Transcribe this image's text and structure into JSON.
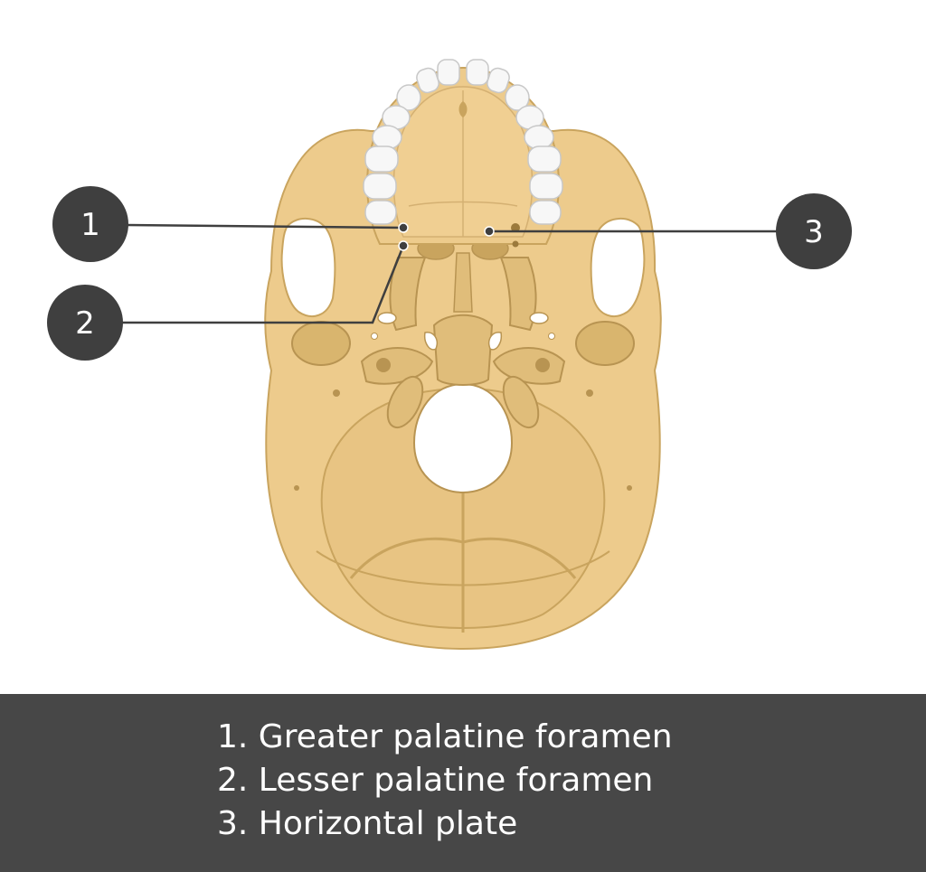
{
  "figure": {
    "colors": {
      "bone": "#EDCB8C",
      "bone_shade": "#D9B56E",
      "bone_outline": "#C9A45E",
      "bone_dark": "#B89452",
      "teeth": "#F7F7F7",
      "teeth_outline": "#C8C8C8",
      "callout_fill": "#3F3F3F",
      "leader_line": "#3F3F3F",
      "legend_background": "#474747",
      "legend_text": "#FFFFFF"
    },
    "callouts": [
      {
        "number": "1"
      },
      {
        "number": "2"
      },
      {
        "number": "3"
      }
    ]
  },
  "legend": {
    "items": [
      {
        "text": "1. Greater palatine foramen"
      },
      {
        "text": "2. Lesser palatine foramen"
      },
      {
        "text": "3. Horizontal plate"
      }
    ]
  }
}
